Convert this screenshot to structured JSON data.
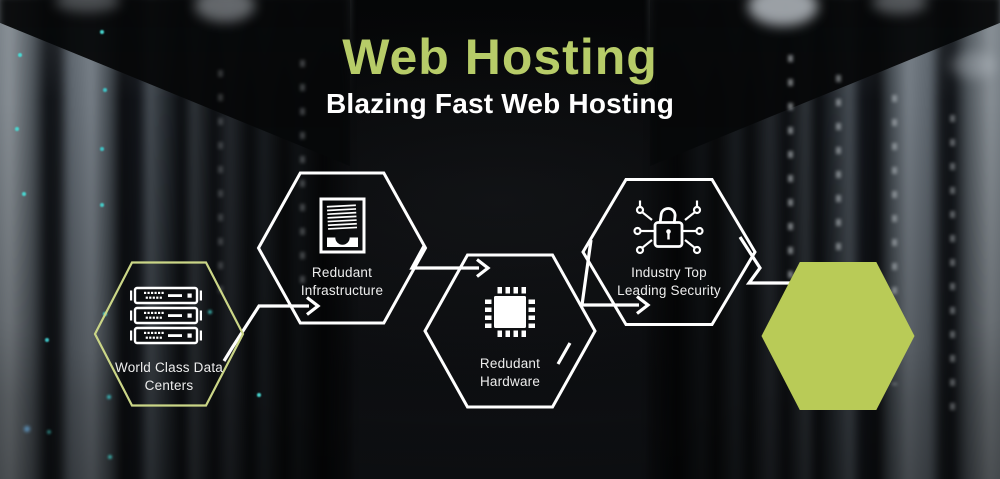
{
  "banner": {
    "title": "Web Hosting",
    "subtitle": "Blazing Fast Web Hosting"
  },
  "colors": {
    "accent_green_solid": "#b9cb57",
    "accent_green_outline": "#cbd687",
    "title_green": "#b7cc68",
    "connector_white": "#ffffff",
    "label_white": "#ededed",
    "led_teal": "#49d8d2",
    "background_dark": "#0a0b0c"
  },
  "flow_steps": [
    {
      "label_line1": "World Class Data",
      "label_line2": "Centers",
      "icon": "server-rack-icon",
      "shape": "hexagon",
      "style": "green-outline"
    },
    {
      "label_line1": "Redudant",
      "label_line2": "Infrastructure",
      "icon": "document-stack-icon",
      "shape": "hexagon",
      "style": "white-outline"
    },
    {
      "label_line1": "Redudant",
      "label_line2": "Hardware",
      "icon": "cpu-chip-icon",
      "shape": "hexagon",
      "style": "white-outline"
    },
    {
      "label_line1": "Industry Top",
      "label_line2": "Leading Security",
      "icon": "circuit-lock-icon",
      "shape": "hexagon",
      "style": "white-outline"
    },
    {
      "label_line1": "",
      "label_line2": "",
      "icon": "none",
      "shape": "hexagon",
      "style": "green-solid"
    }
  ],
  "connectors": {
    "count": 4,
    "direction": "left-to-right",
    "head_style": "open-chevron"
  }
}
